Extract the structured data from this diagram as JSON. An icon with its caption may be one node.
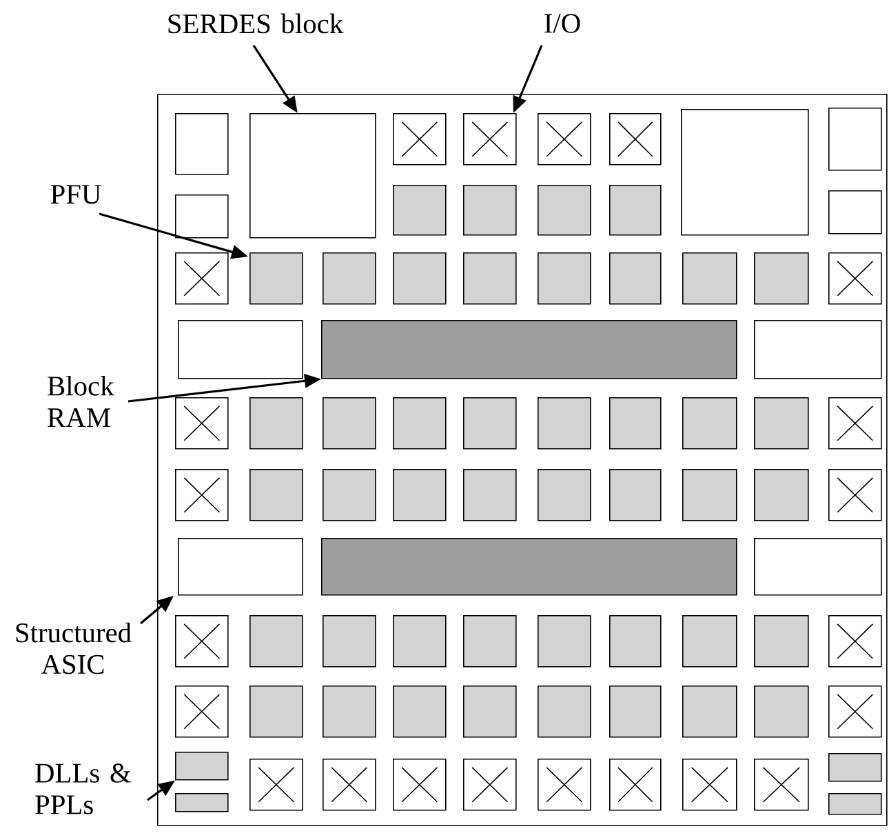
{
  "diagram": {
    "nodes": [
      {
        "text": [
          "SERDES block"
        ]
      },
      {
        "text": [
          "I/O"
        ]
      },
      {
        "text": [],
        "shape": "box"
      },
      {
        "text": [
          "PFU"
        ]
      },
      {
        "text": [
          "Block RAM"
        ]
      },
      {
        "text": [
          "Structured ASIC"
        ]
      },
      {
        "text": [
          "DLLs & PPLs"
        ]
      },
      {
        "text": [],
        "shape": "box",
        "in": 2
      },
      {
        "text": [],
        "shape": "box",
        "in": 2
      },
      {
        "text": [],
        "shape": "box",
        "in": 2
      },
      {
        "text": [],
        "shape": "box",
        "in": 2
      },
      {
        "text": [],
        "shape": "box",
        "in": 2
      },
      {
        "text": [],
        "shape": "box",
        "in": 2
      },
      {
        "text": [],
        "shape": "box",
        "in": 2
      },
      {
        "text": [],
        "shape": "box",
        "in": 2
      },
      {
        "text": [],
        "shape": "box",
        "in": 2
      },
      {
        "text": [],
        "shape": "box",
        "in": 2
      },
      {
        "text": [],
        "shape": "box",
        "in": 2
      },
      {
        "text": [],
        "shape": "box",
        "in": 2
      },
      {
        "text": [],
        "shape": "box",
        "in": 2
      },
      {
        "text": [],
        "shape": "box",
        "in": 2
      },
      {
        "text": [],
        "shape": "box",
        "in": 2
      },
      {
        "text": [],
        "shape": "box",
        "in": 2
      },
      {
        "text": [],
        "shape": "box",
        "in": 2
      },
      {
        "text": [],
        "shape": "box",
        "in": 2
      },
      {
        "text": [],
        "shape": "box",
        "in": 2
      },
      {
        "text": [],
        "shape": "box",
        "in": 2
      },
      {
        "text": [],
        "shape": "box",
        "in": 2
      },
      {
        "text": [],
        "shape": "box",
        "in": 2
      },
      {
        "text": [],
        "shape": "box",
        "in": 2
      },
      {
        "text": [],
        "shape": "box",
        "in": 2
      },
      {
        "text": [],
        "shape": "box",
        "in": 2
      },
      {
        "text": [],
        "shape": "bar",
        "in": 2
      },
      {
        "text": [],
        "shape": "box",
        "in": 2
      },
      {
        "text": [],
        "shape": "box",
        "in": 2
      },
      {
        "text": [],
        "shape": "box",
        "in": 2
      },
      {
        "text": [],
        "shape": "box",
        "in": 2
      },
      {
        "text": [],
        "shape": "box",
        "in": 2
      },
      {
        "text": [],
        "shape": "box",
        "in": 2
      },
      {
        "text": [],
        "shape": "box",
        "in": 2
      },
      {
        "text": [],
        "shape": "box",
        "in": 2
      },
      {
        "text": [],
        "shape": "box",
        "in": 2
      },
      {
        "text": [],
        "shape": "box",
        "in": 2
      },
      {
        "text": [],
        "shape": "box",
        "in": 2
      },
      {
        "text": [],
        "shape": "box",
        "in": 2
      },
      {
        "text": [],
        "shape": "box",
        "in": 2
      },
      {
        "text": [],
        "shape": "box",
        "in": 2
      },
      {
        "text": [],
        "shape": "box",
        "in": 2
      },
      {
        "text": [],
        "shape": "box",
        "in": 2
      },
      {
        "text": [],
        "shape": "box",
        "in": 2
      },
      {
        "text": [],
        "shape": "box",
        "in": 2
      },
      {
        "text": [],
        "shape": "box",
        "in": 2
      },
      {
        "text": [],
        "shape": "box",
        "in": 2
      },
      {
        "text": [],
        "shape": "box",
        "in": 2
      },
      {
        "text": [],
        "shape": "box",
        "in": 2
      },
      {
        "text": [],
        "shape": "bar",
        "in": 2
      },
      {
        "text": [],
        "shape": "box",
        "in": 2
      },
      {
        "text": [],
        "shape": "box",
        "in": 2
      },
      {
        "text": [],
        "shape": "box",
        "in": 2
      },
      {
        "text": [],
        "shape": "box",
        "in": 2
      },
      {
        "text": [],
        "shape": "box",
        "in": 2
      },
      {
        "text": [],
        "shape": "box",
        "in": 2
      },
      {
        "text": [],
        "shape": "box",
        "in": 2
      },
      {
        "text": [],
        "shape": "box",
        "in": 2
      },
      {
        "text": [],
        "shape": "box",
        "in": 2
      },
      {
        "text": [],
        "shape": "box",
        "in": 2
      },
      {
        "text": [],
        "shape": "box",
        "in": 2
      },
      {
        "text": [],
        "shape": "box",
        "in": 2
      },
      {
        "text": [],
        "shape": "box",
        "in": 2
      },
      {
        "text": [],
        "shape": "box",
        "in": 2
      },
      {
        "text": [],
        "shape": "box",
        "in": 2
      },
      {
        "text": [],
        "shape": "box",
        "in": 2
      },
      {
        "text": [],
        "shape": "box",
        "in": 2
      },
      {
        "text": [],
        "shape": "box",
        "in": 2
      },
      {
        "text": [],
        "shape": "box",
        "in": 2
      },
      {
        "text": [],
        "shape": "box",
        "in": 2
      },
      {
        "text": [],
        "shape": "box",
        "in": 2
      },
      {
        "text": [],
        "shape": "box",
        "in": 2
      },
      {
        "text": [],
        "shape": "box",
        "in": 2
      },
      {
        "text": [],
        "shape": "box",
        "in": 2
      },
      {
        "text": [],
        "shape": "box",
        "in": 2
      },
      {
        "text": [],
        "shape": "box",
        "in": 2
      },
      {
        "text": [],
        "shape": "box",
        "in": 2
      },
      {
        "text": [],
        "shape": "box",
        "in": 2
      },
      {
        "text": [],
        "shape": "box",
        "in": 2
      },
      {
        "text": [],
        "shape": "box",
        "in": 2
      },
      {
        "text": [],
        "shape": "box",
        "in": 2
      },
      {
        "text": [],
        "shape": "box",
        "in": 2
      },
      {
        "text": [],
        "shape": "box",
        "in": 2
      }
    ],
    "edges": [
      {
        "from": 0,
        "to": 8,
        "arrow": "to"
      },
      {
        "from": 1,
        "to": 10,
        "arrow": "to"
      },
      {
        "from": 3,
        "to": 22,
        "arrow": "to"
      },
      {
        "from": 4,
        "to": 32,
        "arrow": "to"
      },
      {
        "from": 5,
        "to": 2,
        "arrow": "to"
      },
      {
        "from": 6,
        "to": 77,
        "arrow": "to"
      }
    ]
  }
}
